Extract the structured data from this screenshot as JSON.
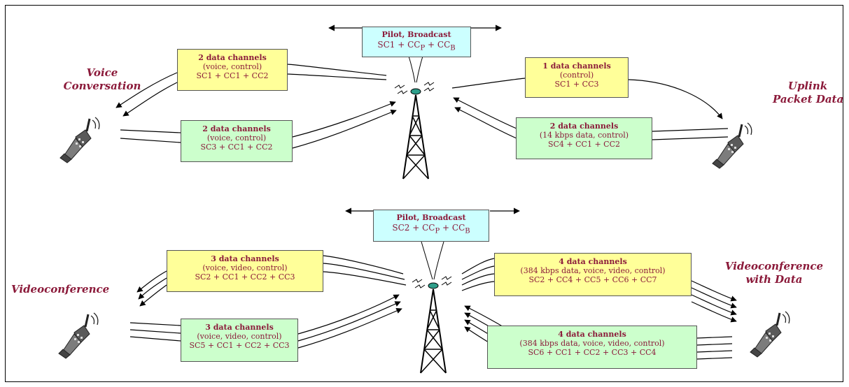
{
  "top": {
    "pilot": {
      "title": "Pilot, Broadcast",
      "sc": "SC1",
      "p": "P",
      "b": "B"
    },
    "left_label": [
      "Voice",
      "Conversation"
    ],
    "right_label": [
      "Uplink",
      "Packet Data"
    ],
    "box_left_down": {
      "title": "2 data channels",
      "line1": "(voice, control)",
      "line2": "SC1 + CC1 + CC2"
    },
    "box_left_up": {
      "title": "2 data channels",
      "line1": "(voice, control)",
      "line2": "SC3 + CC1 + CC2"
    },
    "box_right_down": {
      "title": "1 data channels",
      "line1": "(control)",
      "line2": "SC1 + CC3"
    },
    "box_right_up": {
      "title": "2 data channels",
      "line1": "(14 kbps data, control)",
      "line2": "SC4 + CC1 + CC2"
    }
  },
  "bottom": {
    "pilot": {
      "title": "Pilot, Broadcast",
      "sc": "SC2",
      "p": "P",
      "b": "B"
    },
    "left_label": [
      "Videoconference"
    ],
    "right_label": [
      "Videoconference",
      "with Data"
    ],
    "box_left_down": {
      "title": "3 data channels",
      "line1": "(voice, video, control)",
      "line2": "SC2 + CC1 + CC2 + CC3"
    },
    "box_left_up": {
      "title": "3 data channels",
      "line1": "(voice, video, control)",
      "line2": "SC5 + CC1 + CC2 + CC3"
    },
    "box_right_down": {
      "title": "4 data channels",
      "line1": "(384 kbps data, voice, video, control)",
      "line2": "SC2 + CC4 + CC5 + CC6 + CC7"
    },
    "box_right_up": {
      "title": "4 data channels",
      "line1": "(384 kbps data, voice, video, control)",
      "line2": "SC6 + CC1 + CC2 + CC3 + CC4"
    }
  },
  "colors": {
    "text": "#8b1a3a",
    "yellow": "#ffff99",
    "green": "#ccffcc",
    "cyan": "#ccffff"
  }
}
